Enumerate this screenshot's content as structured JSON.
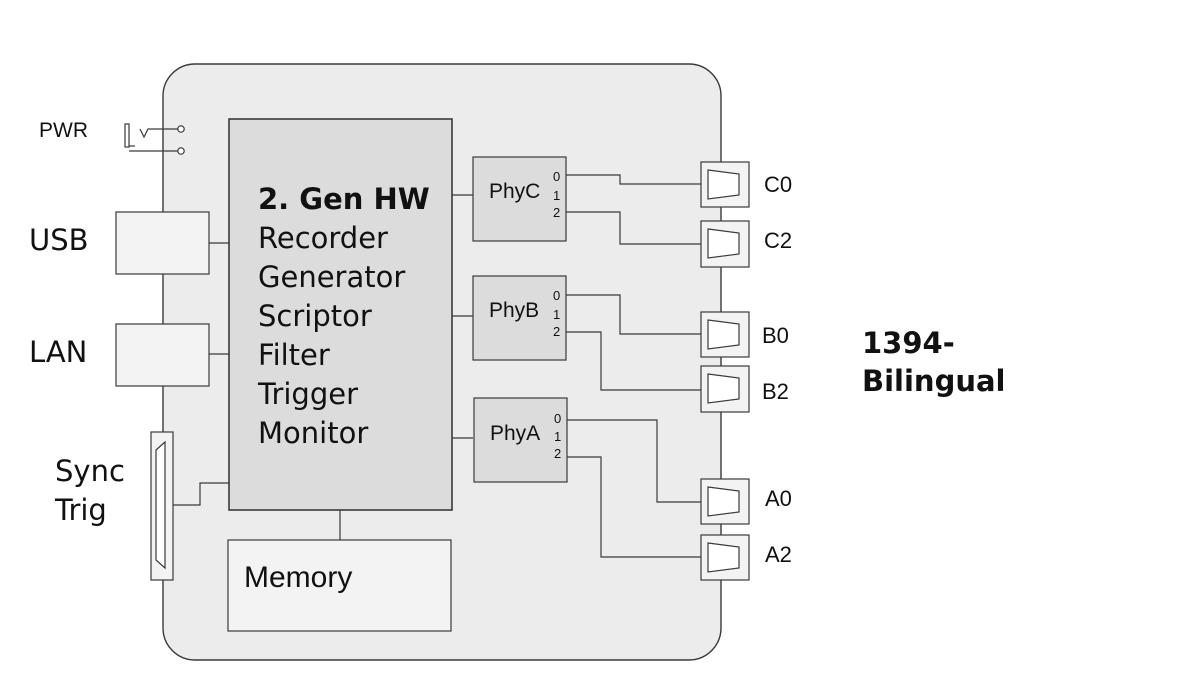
{
  "board": {
    "main_block": {
      "title": "2. Gen HW",
      "functions": [
        "Recorder",
        "Generator",
        "Scriptor",
        "Filter",
        "Trigger",
        "Monitor"
      ]
    },
    "memory": "Memory",
    "interfaces": {
      "pwr": "PWR",
      "usb": "USB",
      "lan": "LAN",
      "sync": "Sync",
      "trig": "Trig"
    },
    "phys": [
      {
        "name": "PhyC",
        "ports": [
          "0",
          "1",
          "2"
        ]
      },
      {
        "name": "PhyB",
        "ports": [
          "0",
          "1",
          "2"
        ]
      },
      {
        "name": "PhyA",
        "ports": [
          "0",
          "1",
          "2"
        ]
      }
    ],
    "connectors": [
      "C0",
      "C2",
      "B0",
      "B2",
      "A0",
      "A2"
    ]
  },
  "product": {
    "line1": "1394-",
    "line2": "Bilingual"
  },
  "colors": {
    "board_fill": "#ececec",
    "block_fill": "#dcdcdc",
    "box_fill": "#f3f3f3",
    "stroke": "#3a3a3a"
  }
}
